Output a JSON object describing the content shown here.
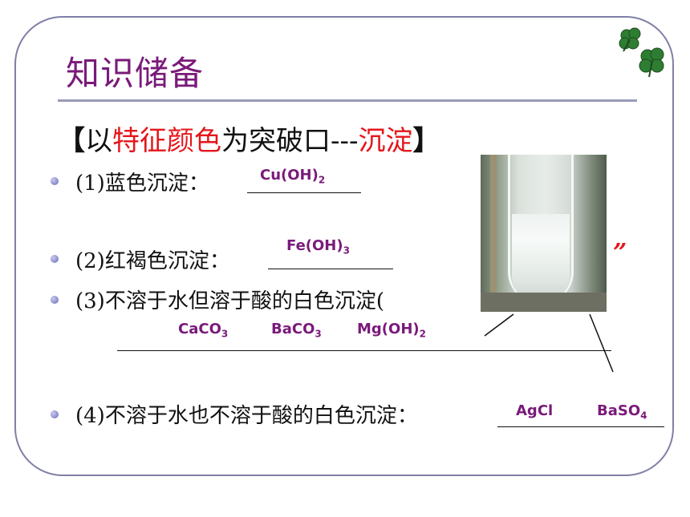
{
  "slide": {
    "title": "知识储备",
    "subtitle": {
      "open_bracket": "【",
      "part1": "以",
      "part2_red": "特征颜色",
      "part3": "为突破口---",
      "part4_red": "沉淀",
      "close_bracket": "】"
    },
    "items": [
      {
        "label": "(1)蓝色沉淀：",
        "answers": [
          {
            "base": "Cu(OH)",
            "sub": "2"
          }
        ]
      },
      {
        "label": "(2)红褐色沉淀：",
        "answers": [
          {
            "base": "Fe(OH)",
            "sub": "3"
          }
        ]
      },
      {
        "label": "(3)不溶于水但溶于酸的白色沉淀(",
        "answers": [
          {
            "base": "CaCO",
            "sub": "3"
          },
          {
            "base": "BaCO",
            "sub": "3"
          },
          {
            "base": "Mg(OH)",
            "sub": "2"
          }
        ]
      },
      {
        "label": "(4)不溶于水也不溶于酸的白色沉淀：",
        "answers": [
          {
            "base": "AgCl",
            "sub": ""
          },
          {
            "base": "BaSO",
            "sub": "4"
          }
        ]
      }
    ],
    "quote_mark": "”",
    "colors": {
      "title": "#7a1a7a",
      "highlight": "#e4161b",
      "answer": "#7a1a7a",
      "frame": "#7f7fa6"
    },
    "icons": {
      "decoration": "clover-icon",
      "photo": "test-tube-photo"
    }
  }
}
